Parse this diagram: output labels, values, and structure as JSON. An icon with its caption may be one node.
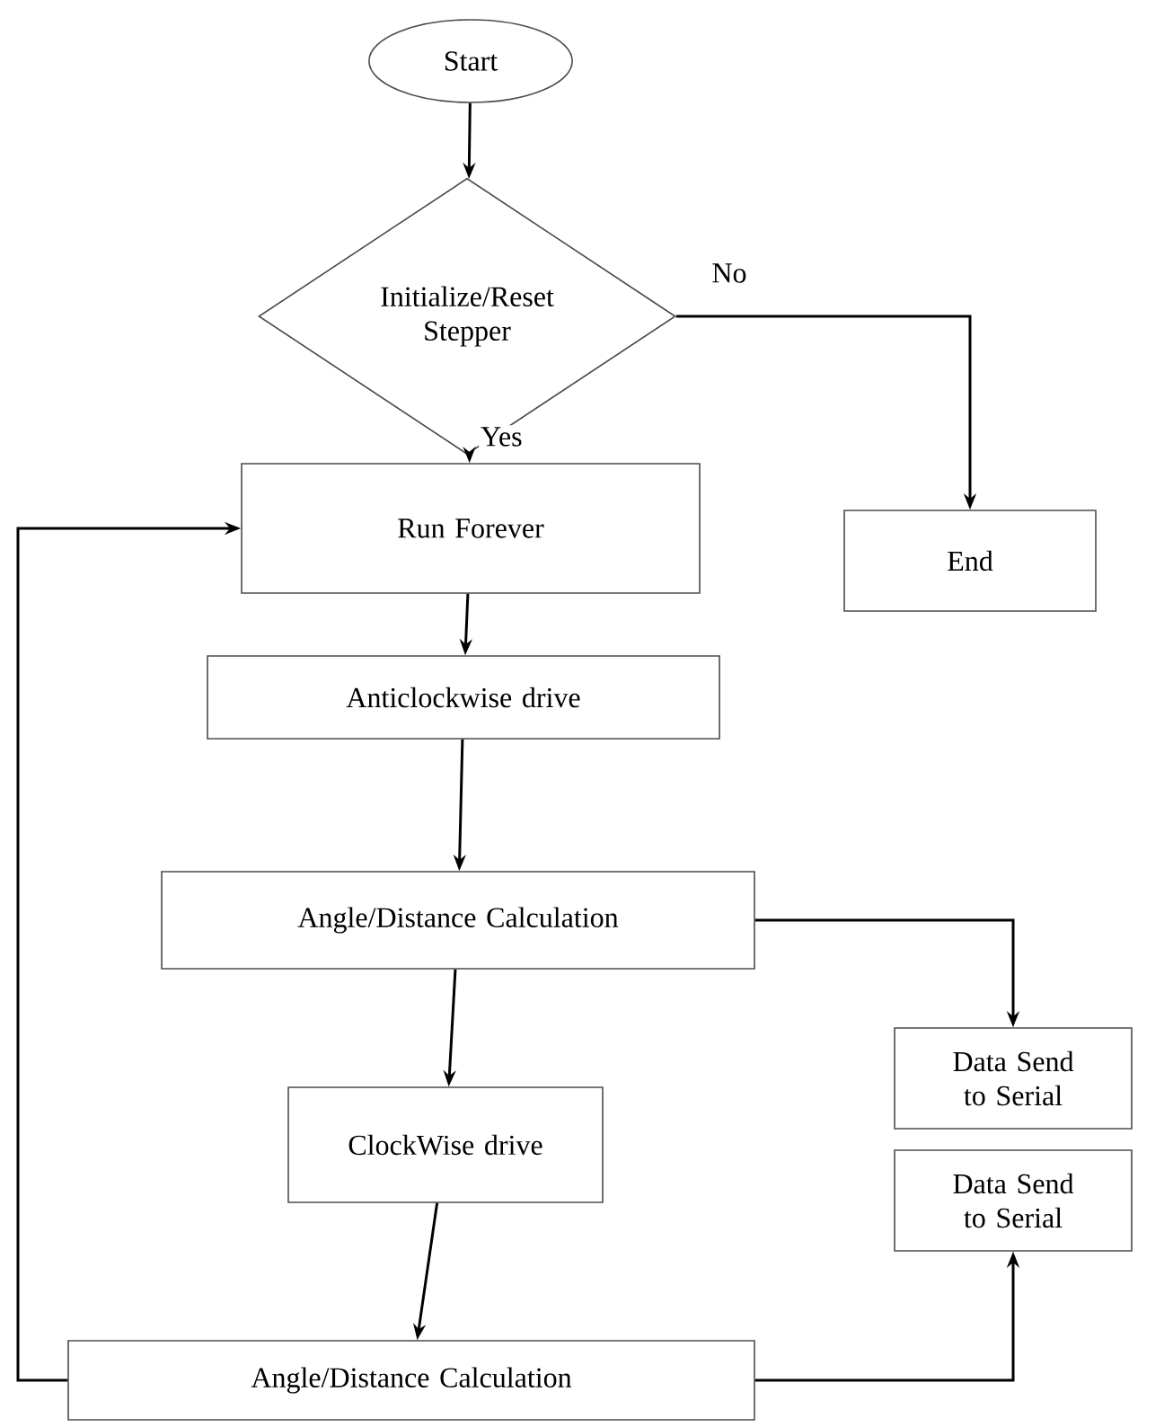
{
  "diagram": {
    "nodes": [
      {
        "text": [
          "Start"
        ]
      },
      {
        "text": [
          "Initialize/Reset Stepper"
        ]
      },
      {
        "text": [
          "Run Forever"
        ]
      },
      {
        "text": [
          "End"
        ]
      },
      {
        "text": [
          "Anticlockwise drive"
        ]
      },
      {
        "text": [
          "Angle/Distance Calculation"
        ]
      },
      {
        "text": [
          "Data Send to Serial"
        ]
      },
      {
        "text": [
          "ClockWise drive"
        ]
      },
      {
        "text": [
          "Data Send to Serial"
        ]
      },
      {
        "text": [
          "Angle/Distance Calculation"
        ]
      }
    ],
    "edges": [
      {
        "from": 0,
        "to": 1,
        "arrow": "to"
      },
      {
        "from": 1,
        "to": 2,
        "arrow": "to",
        "label": "Yes"
      },
      {
        "from": 1,
        "to": 3,
        "arrow": "to",
        "label": "No"
      },
      {
        "from": 2,
        "to": 4,
        "arrow": "to"
      },
      {
        "from": 4,
        "to": 5,
        "arrow": "to"
      },
      {
        "from": 5,
        "to": 6,
        "arrow": "to"
      },
      {
        "from": 5,
        "to": 7,
        "arrow": "to"
      },
      {
        "from": 7,
        "to": 9,
        "arrow": "to"
      },
      {
        "from": 9,
        "to": 8,
        "arrow": "to"
      },
      {
        "from": 9,
        "to": 2,
        "arrow": "to"
      }
    ]
  }
}
